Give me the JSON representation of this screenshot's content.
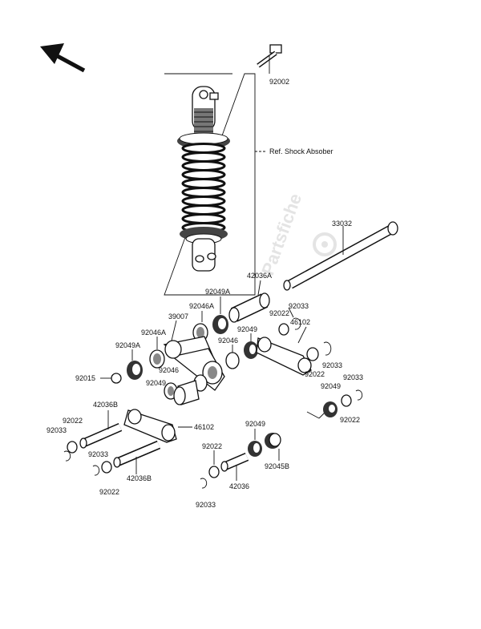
{
  "watermark": "Partsfiche",
  "reference_note": "Ref. Shock Absober",
  "part_numbers": {
    "bolt_top": "92002",
    "shaft_long": "33032",
    "collar_right": "42036A",
    "bearing_right": "92049A",
    "bushing_right": "92046A",
    "rocker": "39007",
    "snap_right": "92033",
    "washer_right": "92022",
    "link_right": "46102",
    "bearing_mid": "92049",
    "bushing_left_top": "92046A",
    "bearing_left_top": "92049A",
    "bushing_mid": "92046",
    "bushing_lower": "92046",
    "bearing_lower": "92049",
    "bolt_left": "92015",
    "snap_mid_right": "92033",
    "washer_mid_right": "92022",
    "snap_far_right": "92033",
    "bearing_far_right": "92049",
    "washer_far_right": "92022",
    "collar_left_top": "42036B",
    "link_left": "46102",
    "washer_left_top": "92022",
    "snap_left_top": "92033",
    "snap_left_low": "92033",
    "collar_left_low": "42036B",
    "washer_left_low": "92022",
    "bearing_bottom": "92049",
    "washer_bottom": "92022",
    "seal_bottom": "92045B",
    "collar_bottom": "42036",
    "snap_bottom": "92033"
  }
}
